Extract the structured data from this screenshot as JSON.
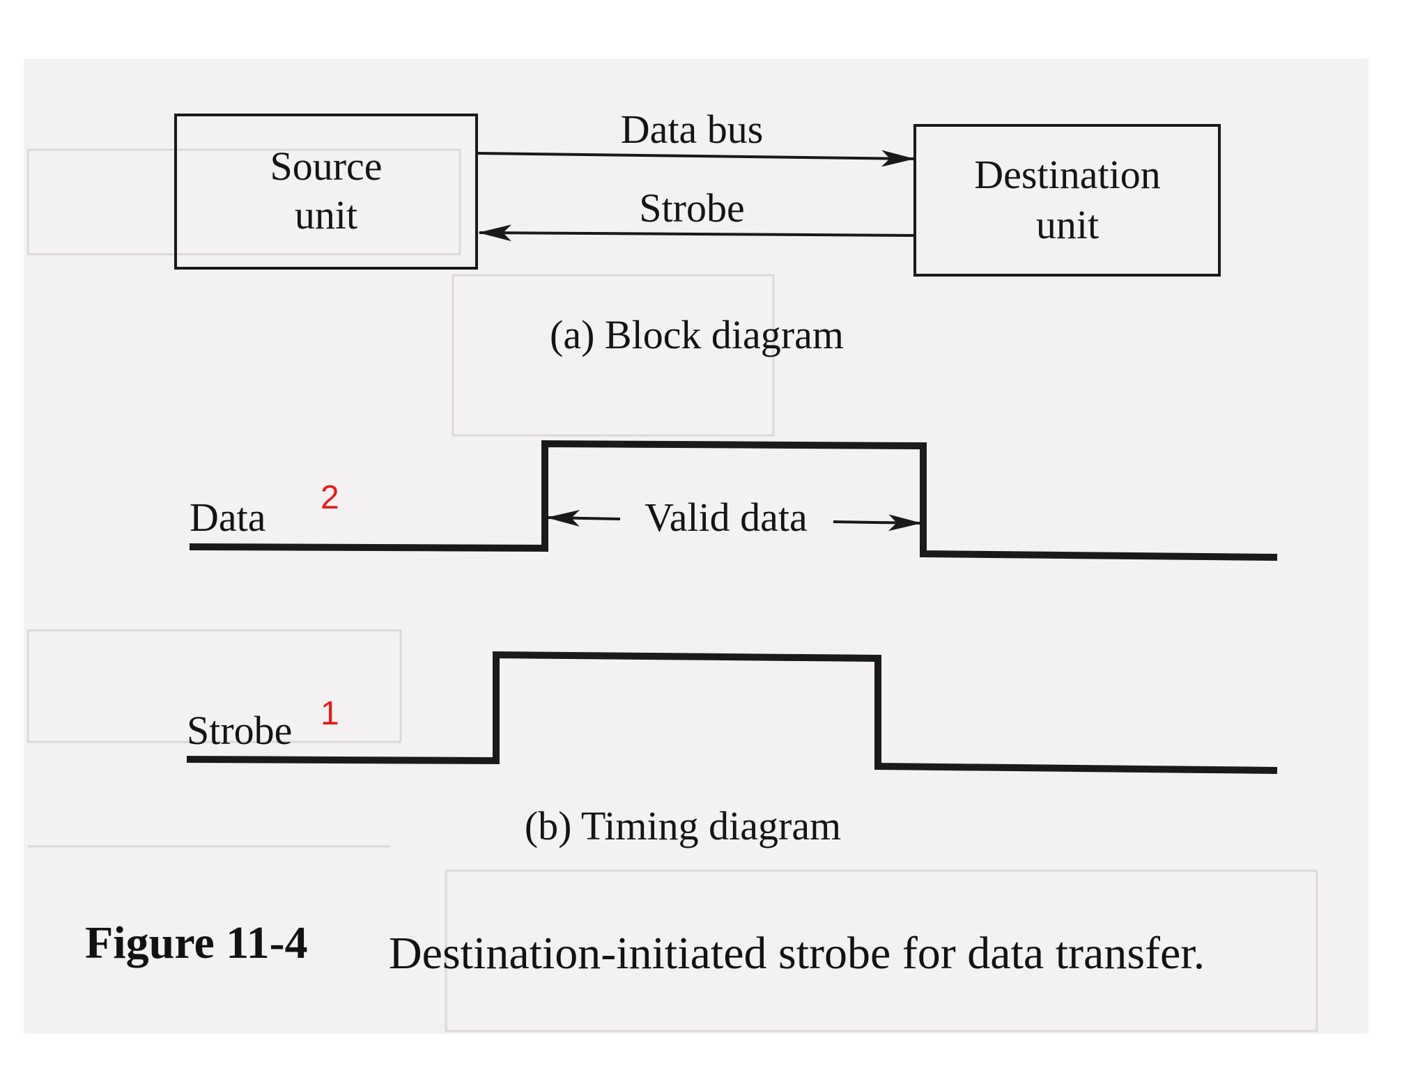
{
  "block_diagram": {
    "source_label_line1": "Source",
    "source_label_line2": "unit",
    "destination_label_line1": "Destination",
    "destination_label_line2": "unit",
    "data_bus_label": "Data bus",
    "strobe_label": "Strobe",
    "caption": "(a) Block diagram"
  },
  "timing_diagram": {
    "data_label": "Data",
    "strobe_label": "Strobe",
    "valid_data_label": "Valid data",
    "caption": "(b) Timing diagram"
  },
  "markers": {
    "data_marker": "2",
    "strobe_marker": "1"
  },
  "figure": {
    "number": "Figure 11-4",
    "title": "Destination-initiated strobe for data transfer."
  },
  "colors": {
    "ink": "#1a1a1a",
    "paper": "#f4f1f2",
    "marker": "#e31a1a"
  }
}
